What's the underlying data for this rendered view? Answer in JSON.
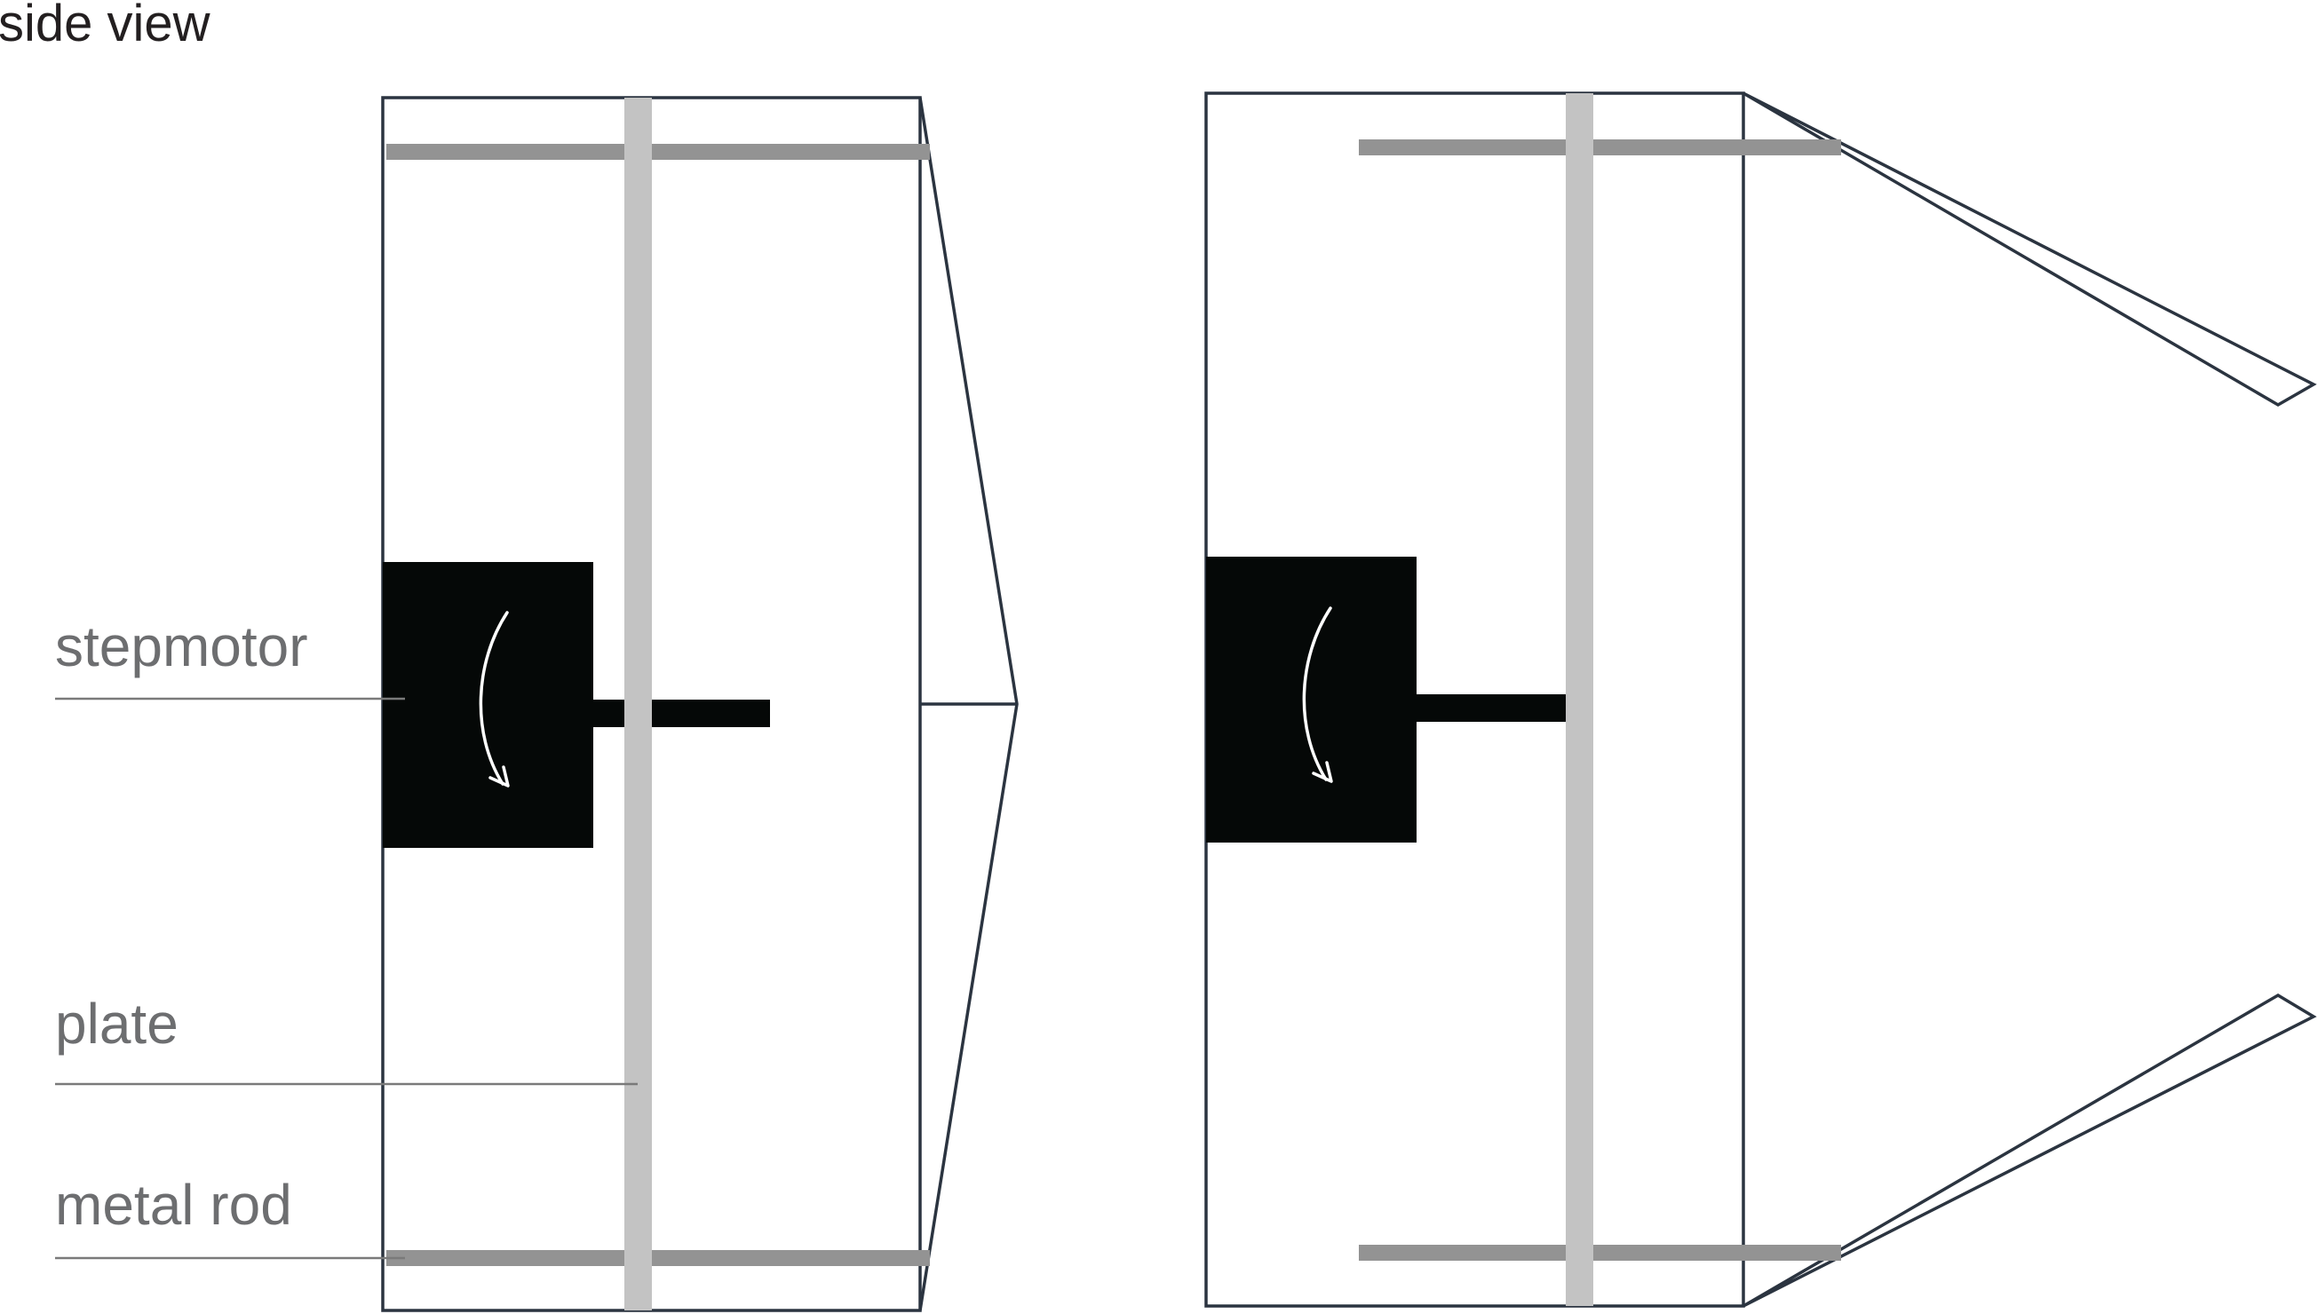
{
  "title": "side view",
  "labels": {
    "stepmotor": "stepmotor",
    "plate": "plate",
    "metal_rod": "metal rod"
  },
  "panels": [
    {
      "state": "closed"
    },
    {
      "state": "open"
    }
  ],
  "colors": {
    "frame": "#2b3440",
    "metal_rod": "#939393",
    "plate": "#c3c3c3",
    "motor": "#050807",
    "label_text": "#6d6e70",
    "leader_line": "#7a7a7a",
    "title_text": "#231f20"
  }
}
